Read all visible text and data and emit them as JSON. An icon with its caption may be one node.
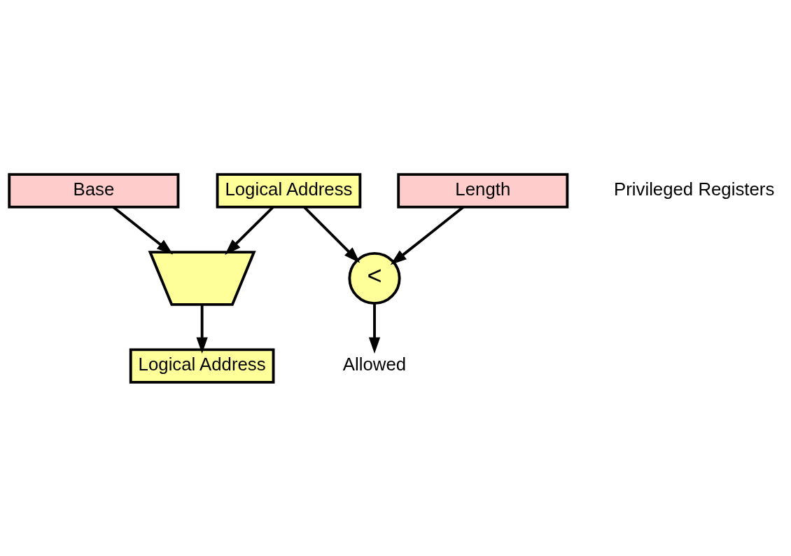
{
  "diagram": {
    "nodes": [
      {
        "text": [
          "Logical Address"
        ]
      },
      {
        "text": [
          "Base"
        ]
      },
      {
        "text": [
          "Length"
        ]
      },
      {
        "text": [],
        "shape": "trapezoid"
      },
      {
        "text": [
          "<"
        ]
      },
      {
        "text": [
          "Logical Address"
        ]
      },
      {
        "text": [
          "Allowed"
        ]
      }
    ],
    "edges": [
      {
        "from": 0,
        "to": 3,
        "arrow": "to"
      },
      {
        "from": 1,
        "to": 3,
        "arrow": "to"
      },
      {
        "from": 0,
        "to": 4,
        "arrow": "to"
      },
      {
        "from": 2,
        "to": 4,
        "arrow": "to"
      },
      {
        "from": 3,
        "to": 5,
        "arrow": "to"
      },
      {
        "from": 4,
        "to": 6,
        "arrow": "to"
      }
    ],
    "labels": [
      "Privileged Registers"
    ]
  }
}
